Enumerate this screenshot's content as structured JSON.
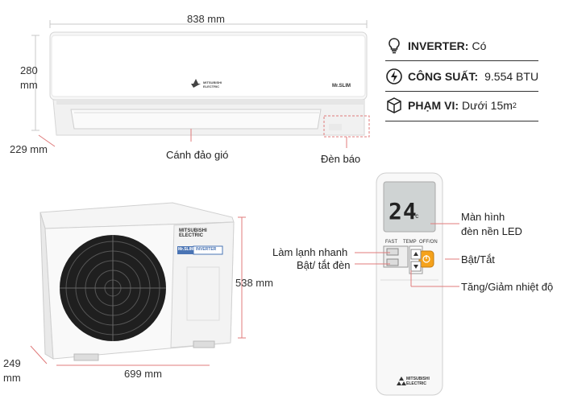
{
  "indoor": {
    "width_label": "838 mm",
    "height_label_num": "280",
    "height_label_unit": "mm",
    "depth_label": "229 mm",
    "brand": "MITSUBISHI ELECTRIC",
    "model_badge": "Mr.SLIM",
    "vane_label": "Cánh đảo gió",
    "indicator_label": "Đèn báo"
  },
  "specs": [
    {
      "key": "INVERTER:",
      "value": "Có",
      "icon": "lightbulb-icon"
    },
    {
      "key": "CÔNG SUẤT:",
      "value": "9.554 BTU",
      "icon": "lightning-icon"
    },
    {
      "key": "PHẠM VI:",
      "value": "Dưới 15m",
      "sup": "2",
      "icon": "cube-icon"
    }
  ],
  "outdoor": {
    "height_label": "538 mm",
    "width_label": "699 mm",
    "depth_label_num": "249",
    "depth_label_unit": "mm",
    "brand": "MITSUBISHI ELECTRIC",
    "badge_left": "Mr.SLIM",
    "badge_right": "INVERTER"
  },
  "remote": {
    "display_temp": "24",
    "display_unit": "°c",
    "fast_label": "FAST",
    "temp_label": "TEMP",
    "onoff_label": "OFF/ON",
    "brand": "MITSUBISHI ELECTRIC",
    "callouts": {
      "led_screen_line1": "Màn hình",
      "led_screen_line2": "đèn nền LED",
      "fast_cool": "Làm lạnh nhanh",
      "light_toggle": "Bật/ tắt đèn",
      "power": "Bật/Tắt",
      "temp_adjust": "Tăng/Giảm nhiệt độ"
    }
  }
}
